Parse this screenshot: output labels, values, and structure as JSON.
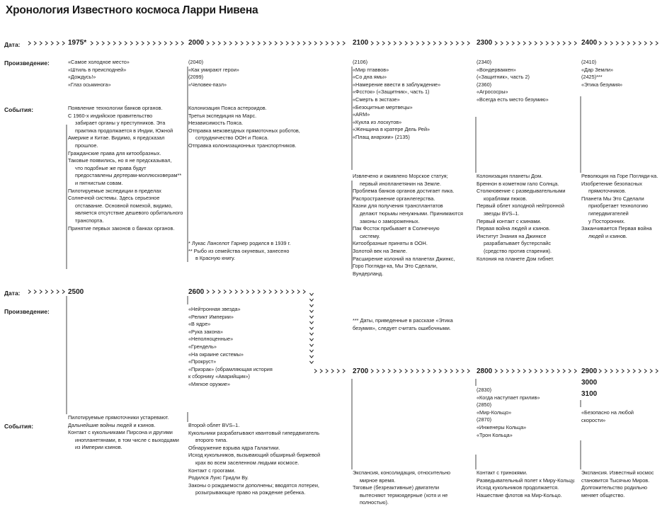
{
  "title": "Хронология Известного космоса Ларри Нивена",
  "labels": {
    "date": "Дата:",
    "works": "Произведение:",
    "events": "События:"
  },
  "years": {
    "y1975": "1975*",
    "y2000": "2000",
    "y2100": "2100",
    "y2300": "2300",
    "y2400": "2400",
    "y2500": "2500",
    "y2600": "2600",
    "y2700": "2700",
    "y2800": "2800",
    "y2900": "2900",
    "y3000": "3000",
    "y3100": "3100"
  },
  "works_1975": [
    "«Самое холодное место»",
    "«Штиль в преисподней»",
    "«Дождусь!»",
    "«Глаз осьминога»"
  ],
  "works_2000": [
    "(2040)",
    "«Как умирают герои»",
    "(2099)",
    "«Человек-пазл»"
  ],
  "works_2100": [
    "(2106)",
    "«Мир птаввов»",
    "«Со дна ямы»",
    "«Намерение ввести в заблуждение»",
    "«Фссток» («Защитник», часть 1)",
    "«Смерть в экстазе»",
    "«Безоцитные мертвецы»",
    "«ARM»",
    "«Кукла из лоскутов»",
    "«Женщина в кратере Дель Рей»",
    "«Плащ анархии» (2135)"
  ],
  "works_2300": [
    "(2340)",
    "«Вондерваккен»",
    "(«Защитник», часть 2)",
    "(2360)",
    "«Агрососры»",
    "«Всегда есть место безумию»"
  ],
  "works_2400": [
    "(2410)",
    "«Дар Земли»",
    "(2425)***",
    "«Этика безумия»"
  ],
  "events_1975": [
    "Появление технологии банков органов.",
    "С 1960-х индийское правительство",
    "забирает органы у преступников. Эта",
    "практика продолжается в Индии, Южной",
    "Америке и Китае. Видимо, я предсказал",
    "прошлое.",
    "Гражданские права для китообразных.",
    "Таковые появились, но я не предсказывал,",
    "что подобные же права будут",
    "предоставлены дертерам-моллюсковерам**",
    "и пятнистым совам.",
    "Пилотируемые экспедиции в пределах",
    "Солнечной системы. Здесь серьезное",
    "отставание. Основной помехой, видимо,",
    "является отсутствие дешевого орбитального",
    "транспорта.",
    "Принятие первых законов о банках органов."
  ],
  "events_2000": [
    "Колонизация Пояса астероидов.",
    "Третья экспедиция на Марс.",
    "Независимость Пояса.",
    "Отправка межзвездных прямоточных роботов,",
    "сотрудничество ООН и Пояса.",
    "Отправка колонизационных транспортников."
  ],
  "notes_2000": [
    "*  Лукас Ланселот Гарнер родился в 1939 г.",
    "**  Рыбо из семейства окуневых, занесено",
    "в Красную книгу."
  ],
  "events_2100": [
    "Извлечено и оживлено Морское статуя;",
    "первый инопланетянин на Земле.",
    "Проблема банков органов достигает пика.",
    "Распространение органлегерства.",
    "Казни для получения трансплантатов",
    "делают тюрьмы ненужными. Принимаются",
    "законы о замороженных.",
    "Пак Фссток прибывает в Солнечную",
    "систему.",
    "Китообразные приняты в ООН.",
    "Золотой век на Земле.",
    "Расширение колоний на планетах Джинкс,",
    "Горо Погляди-ка, Мы Это Сделали,",
    "Вундерланд."
  ],
  "notes_2100": [
    "*** Даты, приведенные в рассказе «Этика",
    "безумия», следует считать ошибочными."
  ],
  "events_2300": [
    "Колонизация планеты Дом.",
    "Бреннон в кометном гало Солнца.",
    "Столкновение с разведывательными",
    "кораблями пюков.",
    "Первый облет холодной нейтронной",
    "звезды BVS–1.",
    "Первый контакт с кзинами.",
    "Первая война людей и кзинов.",
    "Институт Знания на Джинксе",
    "разрабатывает бустерспайс",
    "(средство против старения).",
    "Колония на планете Дом гибнет."
  ],
  "events_2400": [
    "Революция на Горе Погляди-ка.",
    "Изобретение безопасных",
    "прямоточников.",
    "Планета Мы Это Сделали",
    "приобретает технологию",
    "гипердвигателей",
    "у Посторонних.",
    "Заканчивается Первая война",
    "людей и кзинов."
  ],
  "works_2600": [
    "«Нейтронная звезда»",
    "«Реликт Империи»",
    "«В ядре»",
    "«Рука закона»",
    "«Неполноценные»",
    "«Грендель»",
    "«На окраине системы»",
    "«Прокруст»",
    "«Призрак» (обрамляющая история",
    "к сборнику «Аварийщик»)",
    "«Мягкое оружие»"
  ],
  "events_2500": [
    "Пилотируемые прямоточники устаревают.",
    "Дальнейшие войны людей и кзинов.",
    "Контакт с кукольниками Пирсона и другими",
    "инопланетянами, в том числе с выходцами",
    "из Империи кзинов."
  ],
  "events_2600": [
    "Второй облет BVS–1.",
    "Кукольники разрабатывают квантовый гипердвигатель",
    "второго типа.",
    "Обнаружение взрыва ядра Галактики.",
    "Исход кукольников, вызывающий обширный биржевой",
    "крах во всем заселенном людьми космосе.",
    "Контакт с гроогами.",
    "Родился Луис Гридли Ву.",
    "Законы о рождаемости дополнены; вводятся лотереи,",
    "розыгрывающие право на рождение ребенка."
  ],
  "events_2700": [
    "Экспансия, консолидация, относительно",
    "мирное время.",
    "Тяговые (безреактивные) двигатели",
    "вытесняют термоядерные (хотя и не",
    "полностью)."
  ],
  "works_2800": [
    "(2830)",
    "«Когда наступает прилив»",
    "(2850)",
    "«Мир-Кольцо»",
    "(2870)",
    "«Инженеры Кольца»",
    "«Трон Кольца»"
  ],
  "events_2800": [
    "Контакт с тринокями.",
    "Разведывательный полет к Миру-Кольцу.",
    "Исход кукольников продолжается.",
    "Нашествие флотов на Мир-Кольцо."
  ],
  "works_3100": [
    "«Безопасно на любой",
    "скорости»"
  ],
  "events_3100": [
    "Экспансия. Известный космос",
    "становится Тысячью Миров.",
    "Долгожительство родильно",
    "меняет общество."
  ]
}
